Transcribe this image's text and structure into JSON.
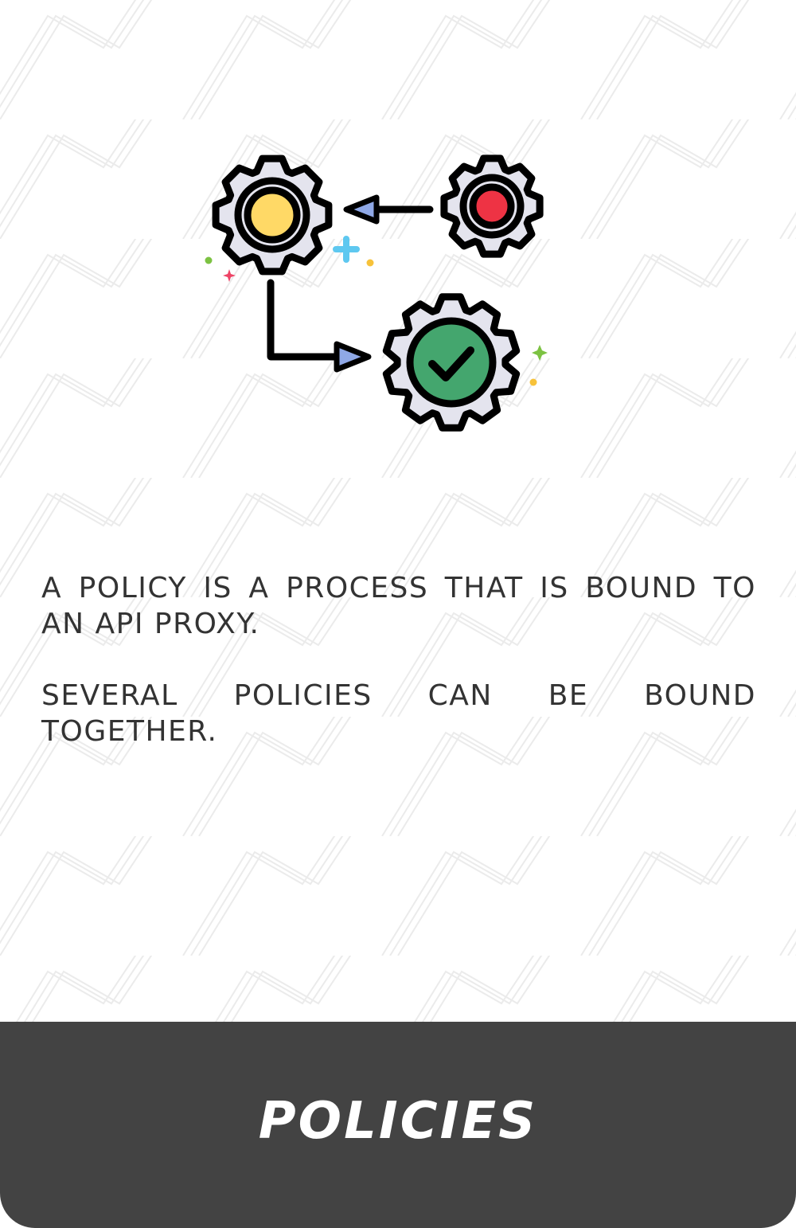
{
  "card": {
    "description": [
      "A POLICY IS A PROCESS THAT IS BOUND TO AN API PROXY.",
      "SEVERAL POLICIES CAN BE BOUND TOGETHER."
    ],
    "title": "POLICIES"
  },
  "illustration": {
    "icons": [
      "gear-yellow-icon",
      "gear-red-icon",
      "gear-check-icon",
      "arrow-left-icon",
      "arrow-down-right-icon"
    ],
    "colors": {
      "gear_body": "#e4e4ee",
      "outline": "#000000",
      "yellow": "#ffd966",
      "red": "#ee3344",
      "green": "#44a66e",
      "arrow_head": "#8fa8e6"
    }
  },
  "theme": {
    "footer_bg": "#434343",
    "text_color": "#333333",
    "pattern_color": "#ebebeb"
  }
}
